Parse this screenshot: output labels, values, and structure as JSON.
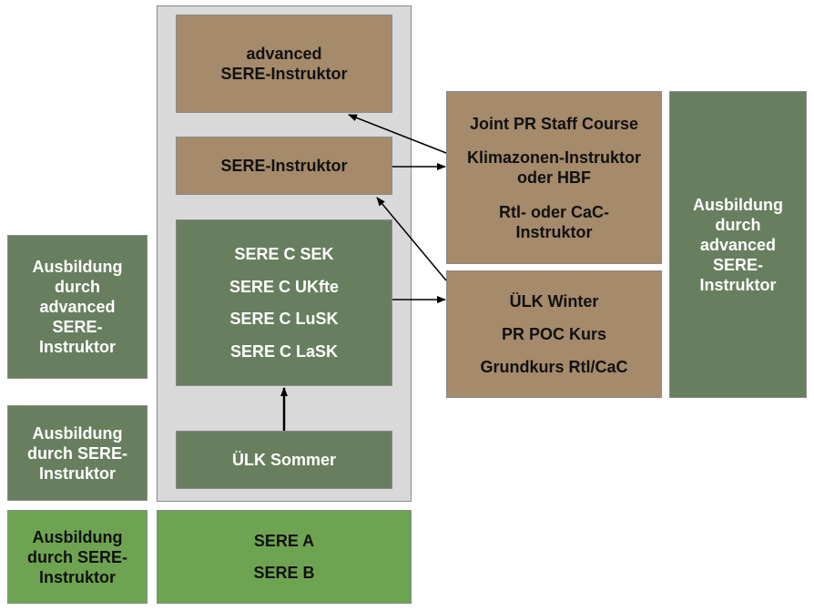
{
  "left_column": {
    "top": "Ausbildung\ndurch\nadvanced\nSERE-\nInstruktor",
    "middle": "Ausbildung\ndurch SERE-\nInstruktor",
    "bottom": "Ausbildung\ndurch SERE-\nInstruktor"
  },
  "center": {
    "advanced_instructor": "advanced\nSERE-Instruktor",
    "sere_instructor": "SERE-Instruktor",
    "sere_c_items": [
      "SERE C SEK",
      "SERE C UKfte",
      "SERE C LuSK",
      "SERE C LaSK"
    ],
    "ulk_summer": "ÜLK Sommer",
    "sere_ab": [
      "SERE A",
      "SERE B"
    ]
  },
  "right_upper": {
    "items": [
      "Joint PR Staff Course",
      "Klimazonen-Instruktor\noder HBF",
      "Rtl- oder CaC-\nInstruktor"
    ]
  },
  "right_lower": {
    "items": [
      "ÜLK Winter",
      "PR POC Kurs",
      "Grundkurs Rtl/CaC"
    ]
  },
  "far_right": "Ausbildung\ndurch\nadvanced\nSERE-\nInstruktor",
  "colors": {
    "brown": "#a58a6b",
    "dark_green": "#677f5e",
    "light_green": "#6ea451",
    "panel_gray": "#d9d9d9"
  }
}
